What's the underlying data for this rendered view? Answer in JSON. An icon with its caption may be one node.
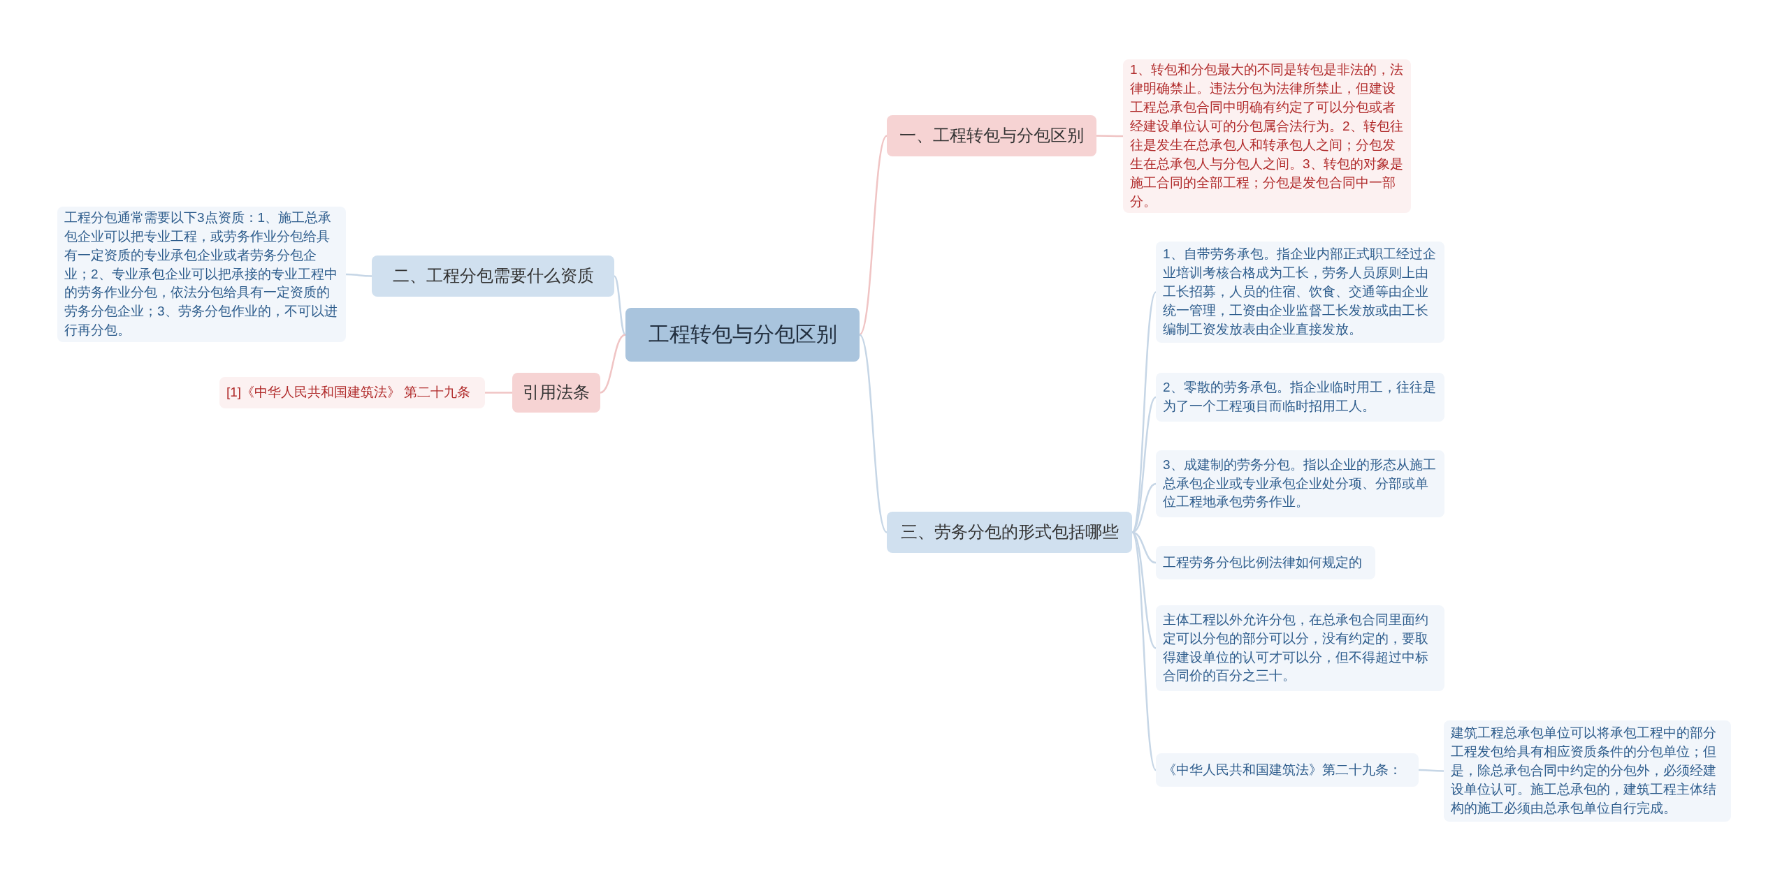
{
  "diagram": {
    "nodes": [
      {
        "text": [
          "工程转包与分包区别"
        ]
      },
      {
        "text": [
          "一、工程转包与分包区别"
        ]
      },
      {
        "text": [
          "1、转包和分包最大的不同是转包是非法的，法律明确禁止。违法分包为法律所禁止，但建设工程总承包合同中明确有约定了可以分包或者经建设单位认可的分包属合法行为。2、转包往往是发生在总承包人和转承包人之间；分包发生在总承包人与分包人之间。3、转包的对象是施工合同的全部工程；分包是发包合同中一部分。"
        ]
      },
      {
        "text": [
          "二、工程分包需要什么资质"
        ]
      },
      {
        "text": [
          "工程分包通常需要以下3点资质：1、施工总承包企业可以把专业工程，或劳务作业分包给具有一定资质的专业承包企业或者劳务分包企业；2、专业承包企业可以把承接的专业工程中的劳务作业分包，依法分包给具有一定资质的劳务分包企业；3、劳务分包作业的，不可以进行再分包。"
        ]
      },
      {
        "text": [
          "引用法条"
        ]
      },
      {
        "text": [
          "[1]《中华人民共和国建筑法》 第二十九条"
        ]
      },
      {
        "text": [
          "三、劳务分包的形式包括哪些"
        ]
      },
      {
        "text": [
          "1、自带劳务承包。指企业内部正式职工经过企业培训考核合格成为工长，劳务人员原则上由工长招募，人员的住宿、饮食、交通等由企业统一管理，工资由企业监督工长发放或由工长编制工资发放表由企业直接发放。"
        ]
      },
      {
        "text": [
          "2、零散的劳务承包。指企业临时用工，往往是为了一个工程项目而临时招用工人。"
        ]
      },
      {
        "text": [
          "3、成建制的劳务分包。指以企业的形态从施工总承包企业或专业承包企业处分项、分部或单位工程地承包劳务作业。"
        ]
      },
      {
        "text": [
          "工程劳务分包比例法律如何规定的"
        ]
      },
      {
        "text": [
          "主体工程以外允许分包，在总承包合同里面约定可以分包的部分可以分，没有约定的，要取得建设单位的认可才可以分，但不得超过中标合同价的百分之三十。"
        ]
      },
      {
        "text": [
          "《中华人民共和国建筑法》第二十九条："
        ]
      },
      {
        "text": [
          "建筑工程总承包单位可以将承包工程中的部分工程发包给具有相应资质条件的分包单位；但是，除总承包合同中约定的分包外，必须经建设单位认可。施工总承包的，建筑工程主体结构的施工必须由总承包单位自行完成。"
        ]
      }
    ],
    "edges": [
      {
        "from": 0,
        "to": 1,
        "arrow": "none",
        "color": "#f0c4c4"
      },
      {
        "from": 1,
        "to": 2,
        "arrow": "none",
        "color": "#f0c4c4"
      },
      {
        "from": 0,
        "to": 3,
        "arrow": "none"
      },
      {
        "from": 3,
        "to": 4,
        "arrow": "none"
      },
      {
        "from": 0,
        "to": 5,
        "arrow": "none",
        "color": "#f0c4c4"
      },
      {
        "from": 5,
        "to": 6,
        "arrow": "none",
        "color": "#f0c4c4"
      },
      {
        "from": 0,
        "to": 7,
        "arrow": "none"
      },
      {
        "from": 7,
        "to": 8,
        "arrow": "none"
      },
      {
        "from": 7,
        "to": 9,
        "arrow": "none"
      },
      {
        "from": 7,
        "to": 10,
        "arrow": "none"
      },
      {
        "from": 7,
        "to": 11,
        "arrow": "none"
      },
      {
        "from": 7,
        "to": 12,
        "arrow": "none"
      },
      {
        "from": 7,
        "to": 13,
        "arrow": "none"
      },
      {
        "from": 13,
        "to": 14,
        "arrow": "none"
      }
    ]
  }
}
